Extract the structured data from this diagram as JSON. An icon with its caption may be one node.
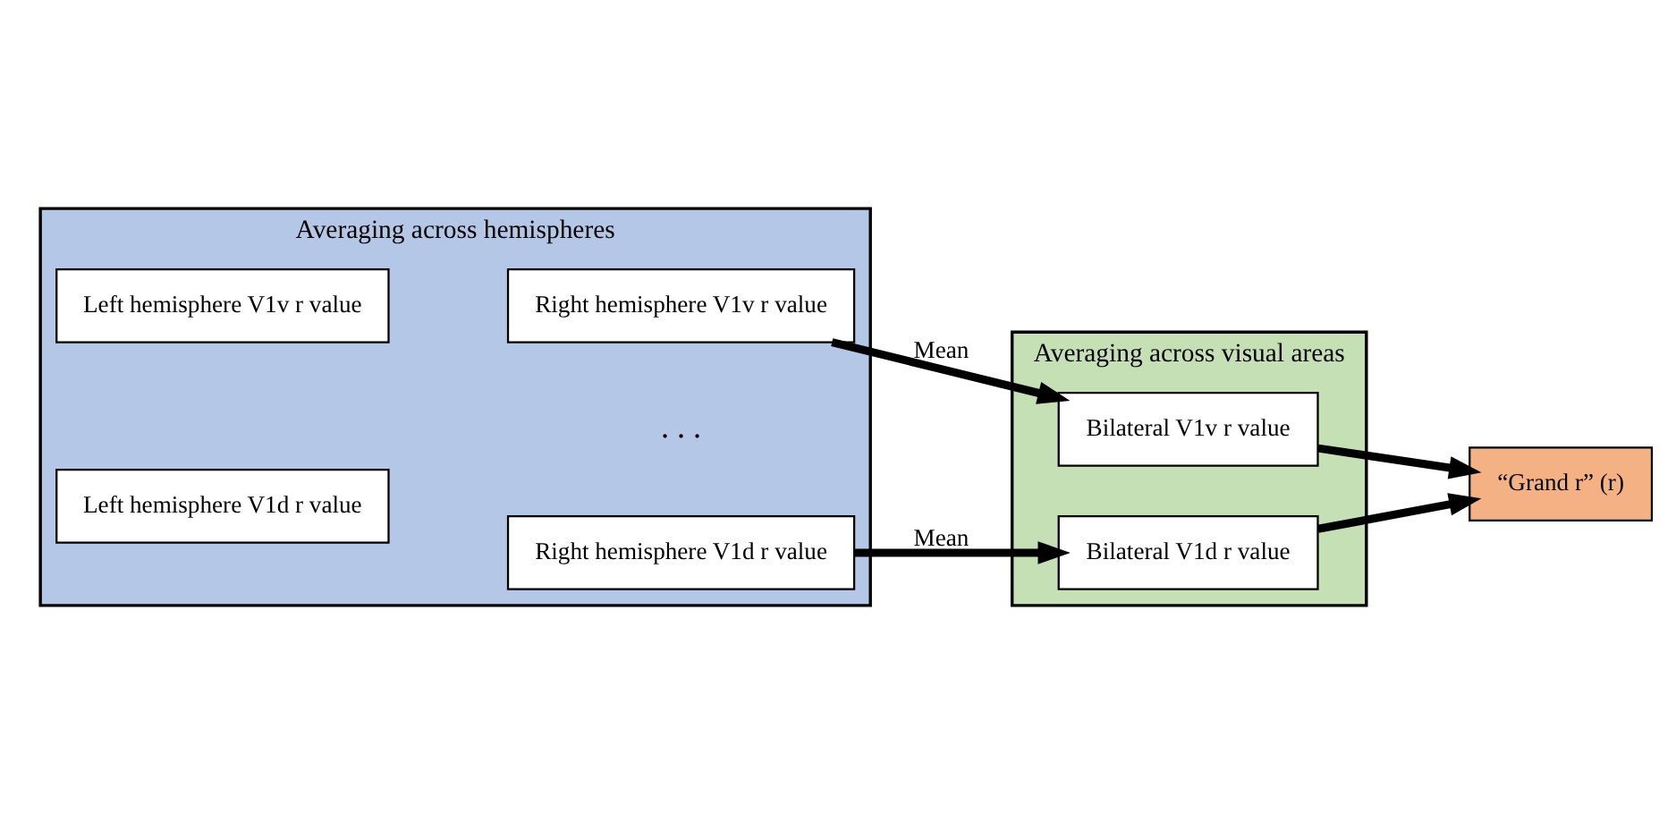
{
  "diagram": {
    "nodes": [
      {
        "text": [
          "Averaging across hemispheres"
        ]
      },
      {
        "text": [
          "Left hemisphere V1v r value"
        ],
        "in": 0
      },
      {
        "text": [
          "Right hemisphere V1v r value"
        ],
        "in": 0
      },
      {
        "text": [
          "Left hemisphere V1d r value"
        ],
        "in": 0
      },
      {
        "text": [
          "Right hemisphere V1d r value"
        ],
        "in": 0
      },
      {
        "text": [
          "Averaging across visual areas"
        ]
      },
      {
        "text": [
          "Bilateral V1v r value"
        ],
        "in": 5
      },
      {
        "text": [
          "Bilateral V1d r value"
        ],
        "in": 5
      },
      {
        "text": [
          "“Grand r” (r)"
        ]
      }
    ],
    "edges": [
      {
        "from": 2,
        "to": 6,
        "arrow": "to",
        "label": "Mean"
      },
      {
        "from": 4,
        "to": 7,
        "arrow": "to",
        "label": "Mean"
      },
      {
        "from": 6,
        "to": 8,
        "arrow": "to"
      },
      {
        "from": 7,
        "to": 8,
        "arrow": "to"
      }
    ],
    "labels": [
      ". . ."
    ]
  }
}
